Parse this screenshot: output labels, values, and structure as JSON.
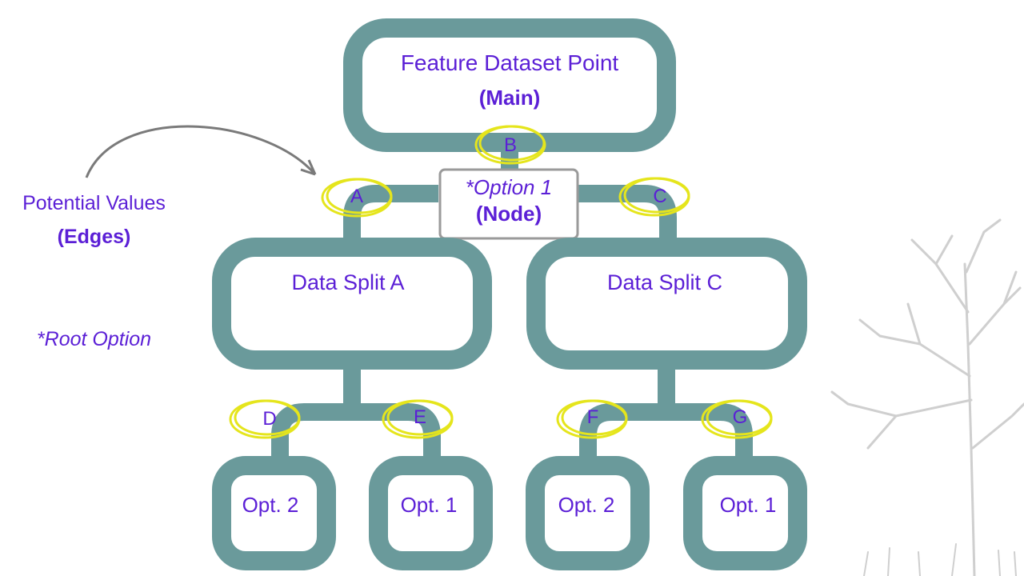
{
  "colors": {
    "connector": "#6a9a9b",
    "text": "#5b1fd6",
    "highlight": "#e5e51c",
    "node_box_border": "#9a9a9a",
    "tree_sketch": "#cfcfcf"
  },
  "side_labels": {
    "potential_values": "Potential Values",
    "edges": "(Edges)",
    "root_option": "*Root Option"
  },
  "main_node": {
    "title": "Feature Dataset Point",
    "subtitle": "(Main)"
  },
  "option_node": {
    "title": "*Option 1",
    "subtitle": "(Node)"
  },
  "splits": {
    "a": "Data Split A",
    "c": "Data Split C"
  },
  "edges": {
    "a": "A",
    "b": "B",
    "c": "C",
    "d": "D",
    "e": "E",
    "f": "F",
    "g": "G"
  },
  "leaves": {
    "d": "Opt. 2",
    "e": "Opt. 1",
    "f": "Opt. 2",
    "g": "Opt. 1"
  },
  "decoration": {
    "arrow": "curved-arrow-icon",
    "tree": "tree-sketch-icon"
  }
}
